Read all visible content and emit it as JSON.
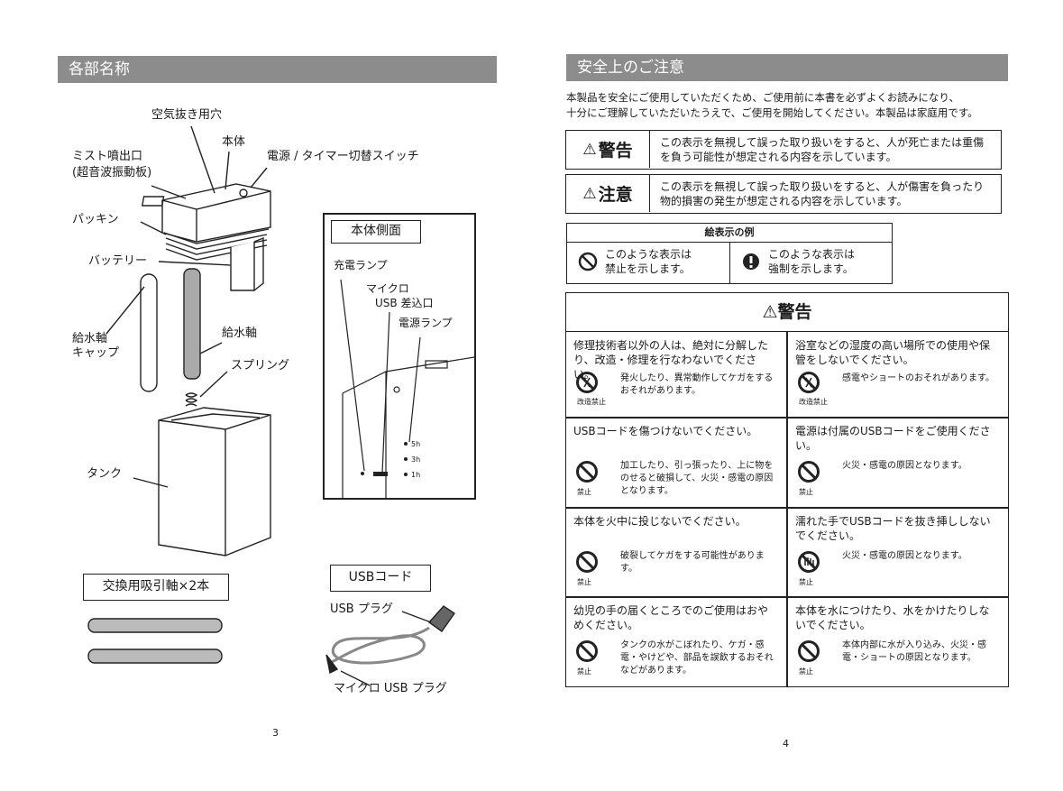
{
  "left_page": {
    "header": "各部名称",
    "labels": {
      "vent": "空気抜き用穴",
      "body": "本体",
      "mist": "ミスト噴出口",
      "mist_sub": "(超音波振動板)",
      "switch": "電源 / タイマー切替スイッチ",
      "packing": "パッキン",
      "battery": "バッテリー",
      "wick": "給水軸",
      "cap_1": "給水軸",
      "cap_2": "キャップ",
      "spring": "スプリング",
      "tank": "タンク",
      "spare": "交換用吸引軸×2本",
      "usb_cord": "USBコード",
      "usb_plug": "USB プラグ",
      "micro_usb_plug": "マイクロ USB プラグ"
    },
    "side_view": {
      "title": "本体側面",
      "charge_lamp": "充電ランプ",
      "micro_1": "マイクロ",
      "micro_2": "USB 差込口",
      "power_lamp": "電源ランプ",
      "t5": "5h",
      "t3": "3h",
      "t1": "1h"
    },
    "page_number": "3"
  },
  "right_page": {
    "header": "安全上のご注意",
    "intro": [
      "本製品を安全にご使用していただくため、ご使用前に本書を必ずよくお読みになり、",
      "十分にご理解していただいたうえで、ご使用を開始してください。本製品は家庭用です。"
    ],
    "warning_badge": "警告",
    "warning_desc": "この表示を無視して誤った取り扱いをすると、人が死亡または重傷を負う可能性が想定される内容を示しています。",
    "caution_badge": "注意",
    "caution_desc": "この表示を無視して誤った取り扱いをすると、人が傷害を負ったり物的損害の発生が想定される内容を示しています。",
    "example": {
      "title": "絵表示の例",
      "prohibit_1": "このような表示は",
      "prohibit_2": "禁止を示します。",
      "force_1": "このような表示は",
      "force_2": "強制を示します。"
    },
    "table_header": "警告",
    "cells": [
      {
        "title": "修理技術者以外の人は、絶対に分解したり、改造・修理を行なわないでください。",
        "desc": "発火したり、異常動作してケガをするおそれがあります。",
        "label": "改造禁止"
      },
      {
        "title": "浴室などの湿度の高い場所での使用や保管をしないでください。",
        "desc": "感電やショートのおそれがあります。",
        "label": "改造禁止"
      },
      {
        "title": "USBコードを傷つけないでください。",
        "desc": "加工したり、引っ張ったり、上に物をのせると破損して、火災・感電の原因となります。",
        "label": "禁止"
      },
      {
        "title": "電源は付属のUSBコードをご使用ください。",
        "desc": "火災・感電の原因となります。",
        "label": "禁止"
      },
      {
        "title": "本体を火中に投じないでください。",
        "desc": "破裂してケガをする可能性があります。",
        "label": "禁止"
      },
      {
        "title": "濡れた手でUSBコードを抜き挿ししないでください。",
        "desc": "火災・感電の原因となります。",
        "label": "禁止"
      },
      {
        "title": "幼児の手の届くところでのご使用はおやめください。",
        "desc": "タンクの水がこぼれたり、ケガ・感電・やけどや、部品を誤飲するおそれなどがあります。",
        "label": "禁止"
      },
      {
        "title": "本体を水につけたり、水をかけたりしないでください。",
        "desc": "本体内部に水が入り込み、火災・感電・ショートの原因となります。",
        "label": "禁止"
      }
    ],
    "page_number": "4"
  }
}
